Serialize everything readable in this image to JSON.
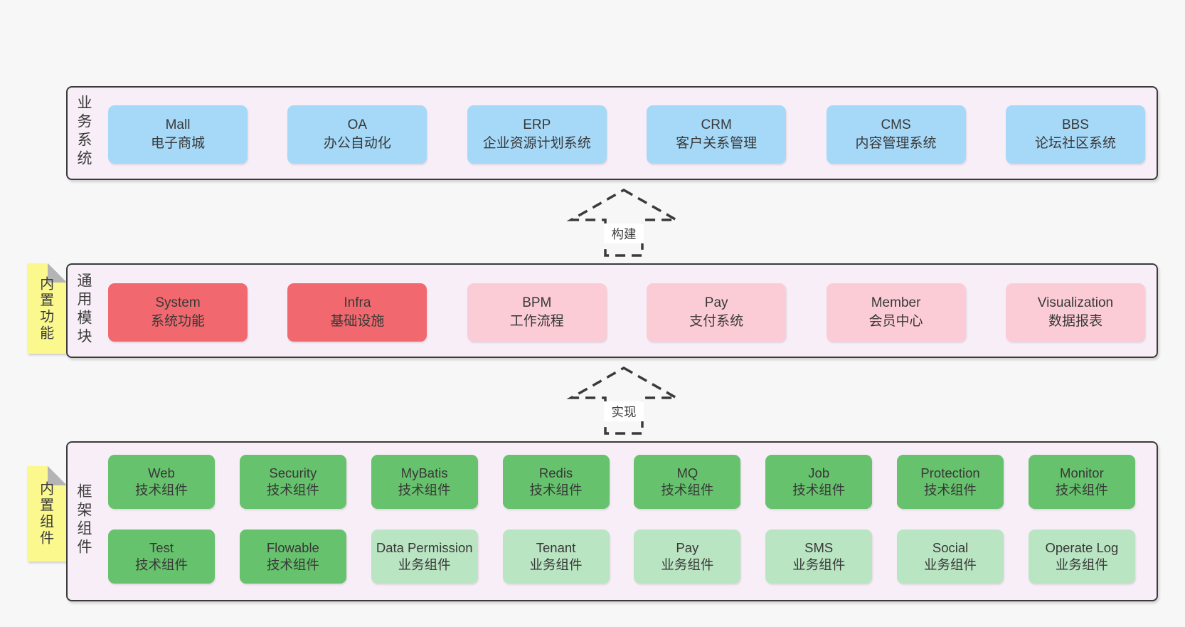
{
  "colors": {
    "page_bg": "#f7f7f7",
    "panel_bg": "#f8eef7",
    "panel_border": "#3b3b3b",
    "text": "#3a3a3a",
    "blue": "#a6d9f8",
    "red": "#f1696e",
    "pink": "#fbccd6",
    "green": "#66c26c",
    "lightgreen": "#bae5c3",
    "note_yellow": "#fbf98e",
    "note_fold_gray": "#b4b4b4",
    "arrow_stroke": "#3a3a3a"
  },
  "panels": [
    {
      "id": "business-systems",
      "label": "业务系统",
      "rows": [
        [
          {
            "name": "Mall",
            "sub": "电子商城",
            "variant": "blue"
          },
          {
            "name": "OA",
            "sub": "办公自动化",
            "variant": "blue"
          },
          {
            "name": "ERP",
            "sub": "企业资源计划系统",
            "variant": "blue"
          },
          {
            "name": "CRM",
            "sub": "客户关系管理",
            "variant": "blue"
          },
          {
            "name": "CMS",
            "sub": "内容管理系统",
            "variant": "blue"
          },
          {
            "name": "BBS",
            "sub": "论坛社区系统",
            "variant": "blue"
          }
        ]
      ]
    },
    {
      "id": "common-modules",
      "label": "通用模块",
      "rows": [
        [
          {
            "name": "System",
            "sub": "系统功能",
            "variant": "red"
          },
          {
            "name": "Infra",
            "sub": "基础设施",
            "variant": "red"
          },
          {
            "name": "BPM",
            "sub": "工作流程",
            "variant": "pink"
          },
          {
            "name": "Pay",
            "sub": "支付系统",
            "variant": "pink"
          },
          {
            "name": "Member",
            "sub": "会员中心",
            "variant": "pink"
          },
          {
            "name": "Visualization",
            "sub": "数据报表",
            "variant": "pink"
          }
        ]
      ]
    },
    {
      "id": "framework-components",
      "label": "框架组件",
      "rows": [
        [
          {
            "name": "Web",
            "sub": "技术组件",
            "variant": "green"
          },
          {
            "name": "Security",
            "sub": "技术组件",
            "variant": "green"
          },
          {
            "name": "MyBatis",
            "sub": "技术组件",
            "variant": "green"
          },
          {
            "name": "Redis",
            "sub": "技术组件",
            "variant": "green"
          },
          {
            "name": "MQ",
            "sub": "技术组件",
            "variant": "green"
          },
          {
            "name": "Job",
            "sub": "技术组件",
            "variant": "green"
          },
          {
            "name": "Protection",
            "sub": "技术组件",
            "variant": "green"
          },
          {
            "name": "Monitor",
            "sub": "技术组件",
            "variant": "green"
          }
        ],
        [
          {
            "name": "Test",
            "sub": "技术组件",
            "variant": "green"
          },
          {
            "name": "Flowable",
            "sub": "技术组件",
            "variant": "green"
          },
          {
            "name": "Data Permission",
            "sub": "业务组件",
            "variant": "lightgreen"
          },
          {
            "name": "Tenant",
            "sub": "业务组件",
            "variant": "lightgreen"
          },
          {
            "name": "Pay",
            "sub": "业务组件",
            "variant": "lightgreen"
          },
          {
            "name": "SMS",
            "sub": "业务组件",
            "variant": "lightgreen"
          },
          {
            "name": "Social",
            "sub": "业务组件",
            "variant": "lightgreen"
          },
          {
            "name": "Operate Log",
            "sub": "业务组件",
            "variant": "lightgreen"
          }
        ]
      ]
    }
  ],
  "notes": [
    {
      "label": "内置功能"
    },
    {
      "label": "内置组件"
    }
  ],
  "arrows": [
    {
      "label": "构建",
      "direction": "up"
    },
    {
      "label": "实现",
      "direction": "up"
    }
  ]
}
